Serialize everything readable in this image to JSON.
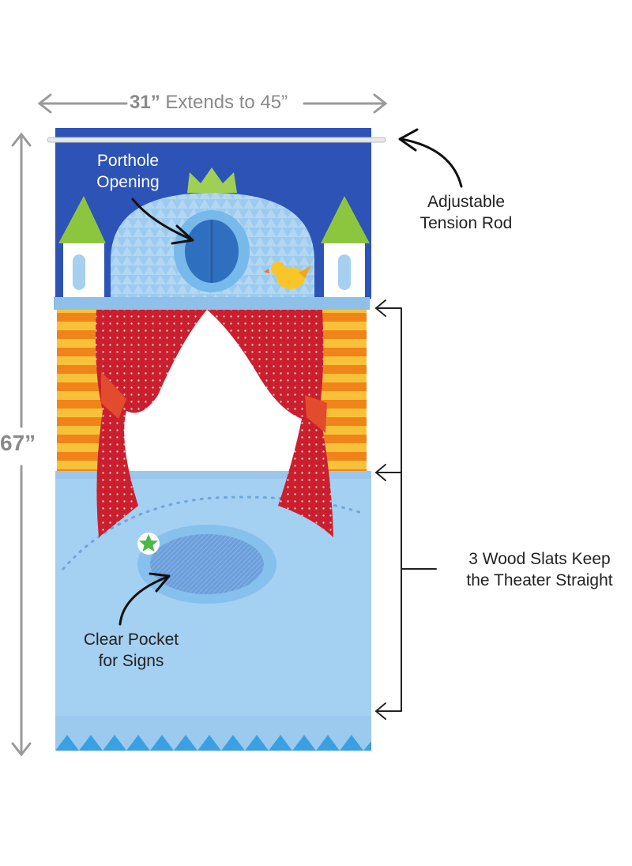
{
  "dimensions": {
    "width_value": "31”",
    "width_extends": "Extends to 45”",
    "height_value": "67”"
  },
  "callouts": {
    "porthole": [
      "Porthole",
      "Opening"
    ],
    "tension_rod": [
      "Adjustable",
      "Tension Rod"
    ],
    "wood_slats": [
      "3 Wood Slats Keep",
      "the Theater Straight"
    ],
    "clear_pocket": [
      "Clear Pocket",
      "for Signs"
    ]
  },
  "colors": {
    "dimension_gray": "#8a8a8a",
    "navy_top": "#2c53b5",
    "sky_blue": "#a9d0f0",
    "light_blue_bottom": "#93c6ee",
    "curtain_red": "#cf2231",
    "stripe_orange": "#f38a1c",
    "stripe_yellow": "#f7c23a",
    "tower_green": "#8cc63f",
    "bird_yellow": "#f9c62a"
  }
}
